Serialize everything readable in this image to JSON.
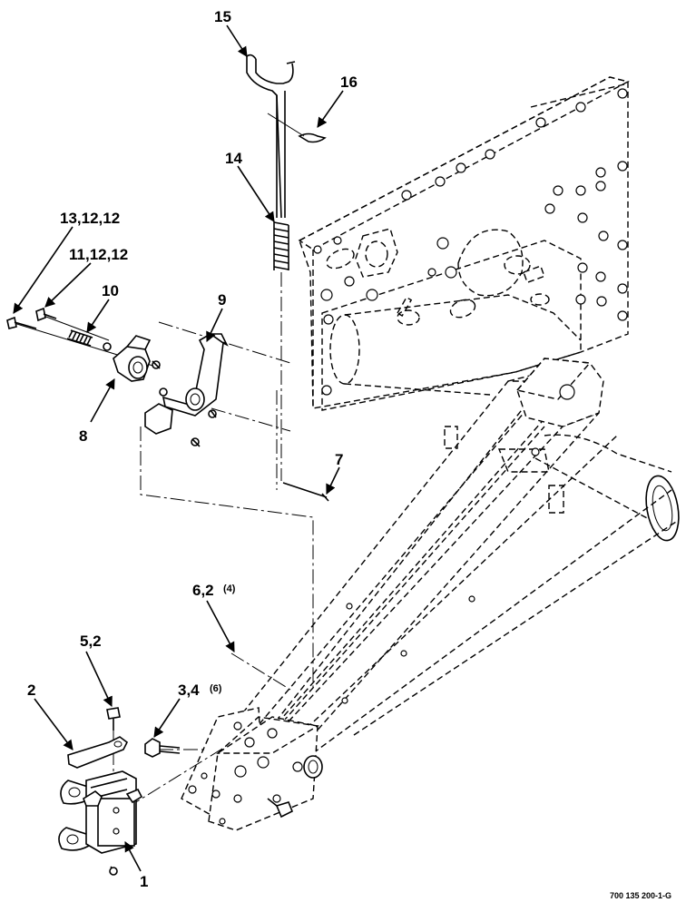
{
  "callouts": {
    "c1": "1",
    "c2": "2",
    "c3": "3,4",
    "c3_qty": "(6)",
    "c5": "5,2",
    "c6": "6,2",
    "c6_qty": "(4)",
    "c7": "7",
    "c8": "8",
    "c9": "9",
    "c10": "10",
    "c11": "11,12,12",
    "c13": "13,12,12",
    "c14": "14",
    "c15": "15",
    "c16": "16"
  },
  "drawing_id": "700 135 200-1-G"
}
